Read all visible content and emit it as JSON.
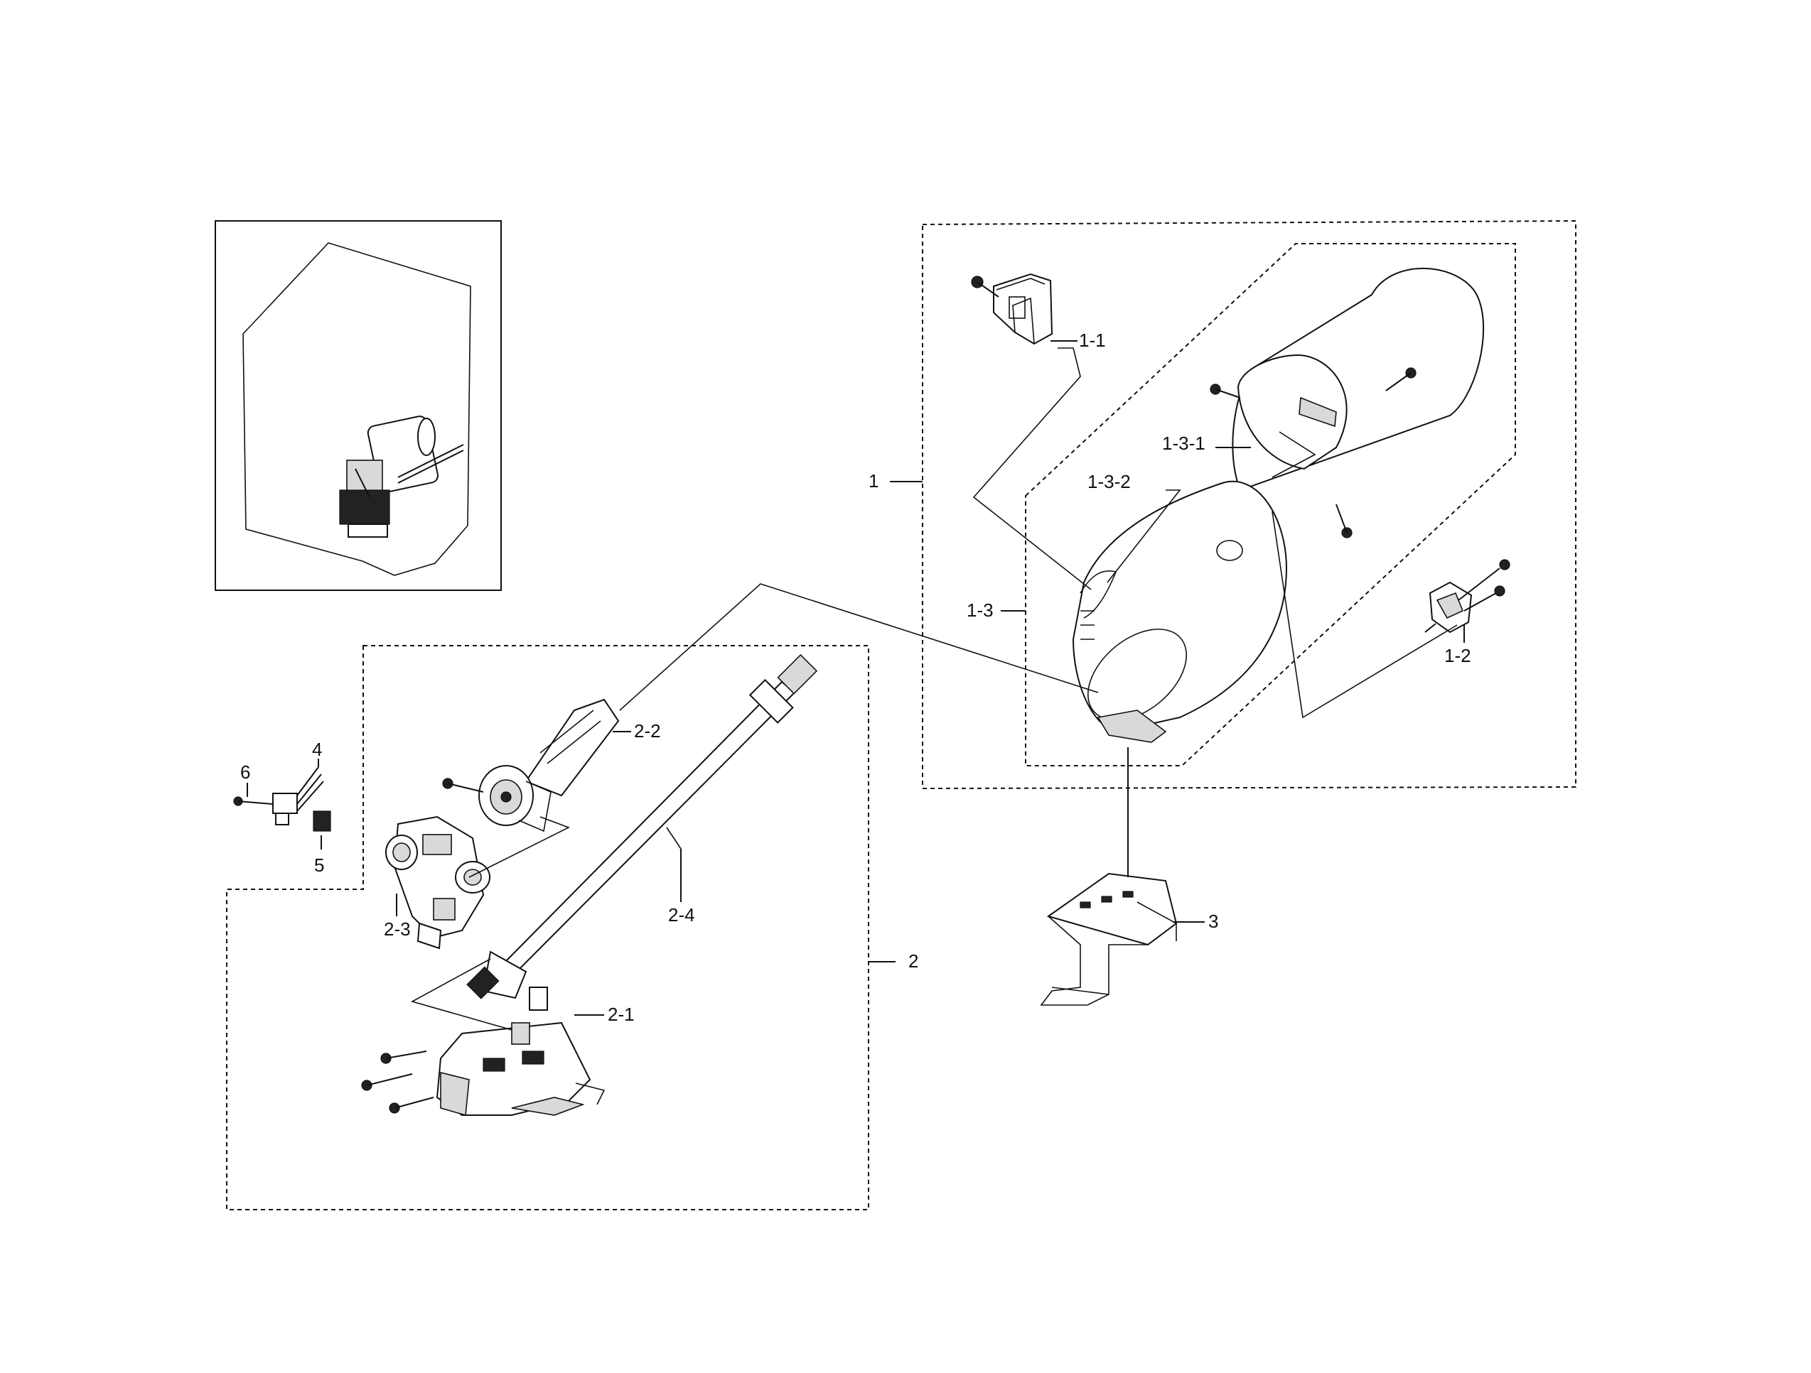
{
  "diagram": {
    "callouts": {
      "c1": "1",
      "c1_1": "1-1",
      "c1_2": "1-2",
      "c1_3": "1-3",
      "c1_3_1": "1-3-1",
      "c1_3_2": "1-3-2",
      "c2": "2",
      "c2_1": "2-1",
      "c2_2": "2-2",
      "c2_3": "2-3",
      "c2_4": "2-4",
      "c3": "3",
      "c4": "4",
      "c5": "5",
      "c6": "6"
    },
    "colors": {
      "line": "#111111",
      "background": "#ffffff",
      "shade": "#d9d9d9"
    }
  }
}
